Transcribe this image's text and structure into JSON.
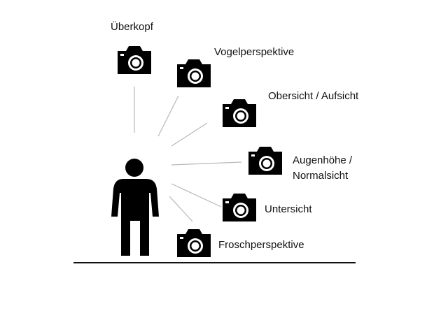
{
  "title": "",
  "perspectives": [
    {
      "id": "ueberkopf",
      "lines": [
        "Überkopf"
      ]
    },
    {
      "id": "vogel",
      "lines": [
        "Vogelperspektive"
      ]
    },
    {
      "id": "obersicht",
      "lines": [
        "Obersicht / Aufsicht"
      ]
    },
    {
      "id": "augenhoehe",
      "lines": [
        "Augenhöhe /",
        "Normalsicht"
      ]
    },
    {
      "id": "untersicht",
      "lines": [
        "Untersicht"
      ]
    },
    {
      "id": "frosch",
      "lines": [
        "Froschperspektive"
      ]
    }
  ],
  "icons": {
    "camera": "camera-icon",
    "person": "person-icon"
  },
  "colors": {
    "ink": "#000000",
    "ray": "#b8b8b8",
    "background": "#ffffff"
  }
}
